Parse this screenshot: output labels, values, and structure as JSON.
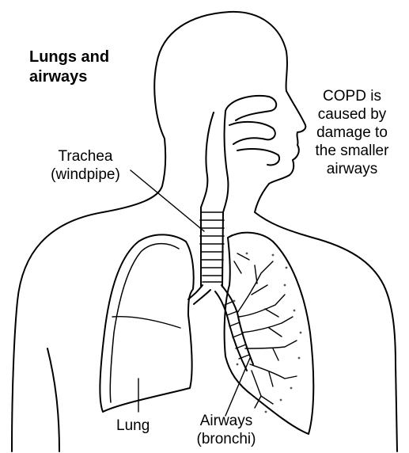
{
  "diagram": {
    "title": [
      "Lungs and",
      "airways"
    ],
    "note": [
      "COPD is",
      "caused by",
      "damage to",
      "the smaller",
      "airways"
    ],
    "labels": {
      "trachea": [
        "Trachea",
        "(windpipe)"
      ],
      "lung": "Lung",
      "airways": [
        "Airways",
        "(bronchi)"
      ]
    }
  }
}
